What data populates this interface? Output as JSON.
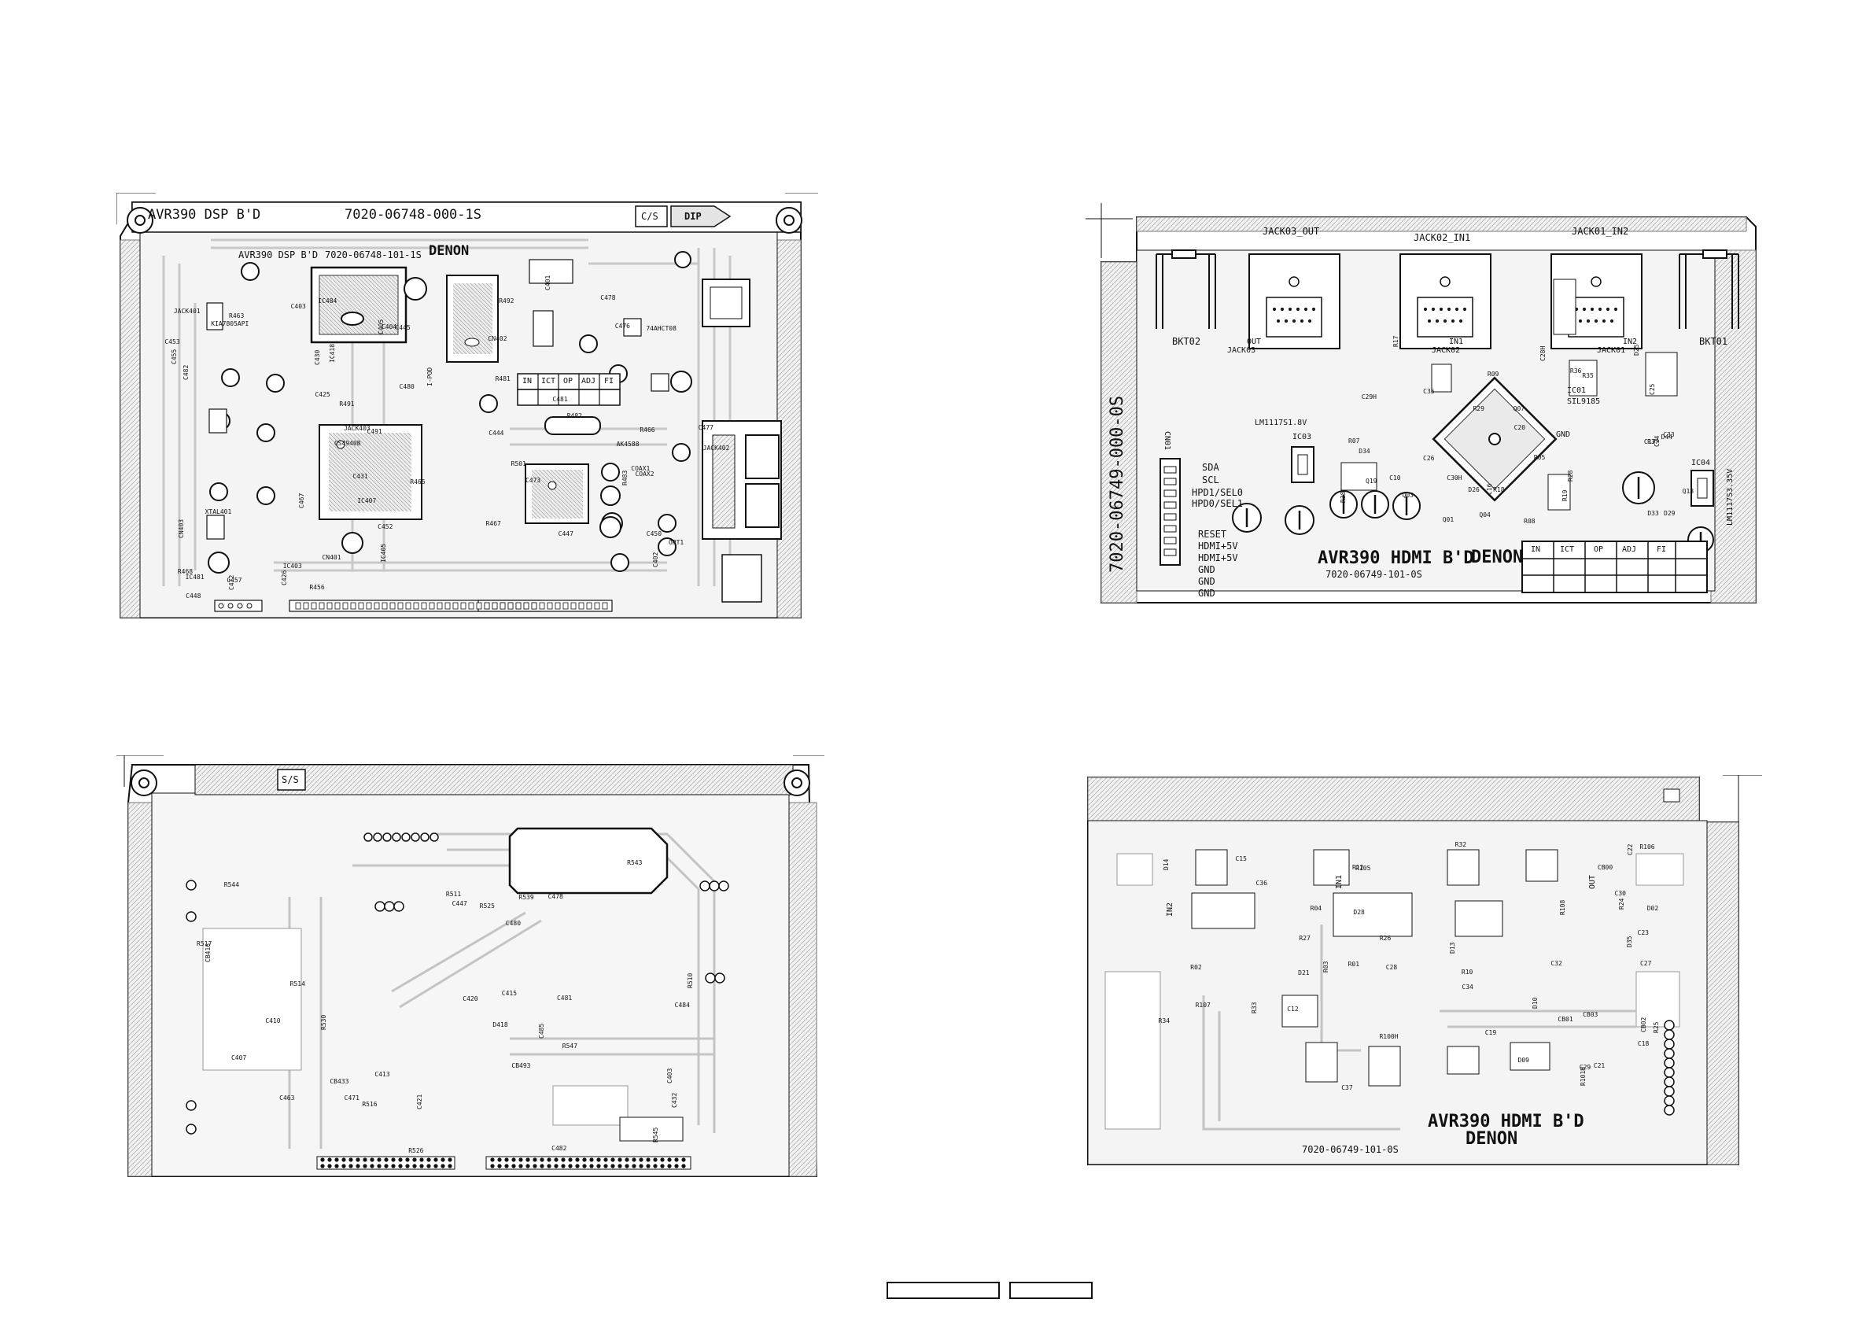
{
  "dsp_top": {
    "header_title": "AVR390 DSP B'D",
    "header_part": "7020-06748-000-1S",
    "tag_cs": "C/S",
    "tag_dip": "DIP",
    "silk_title": "AVR390 DSP B'D",
    "silk_part": "7020-06748-101-1S",
    "brand": "DENON",
    "check_cols": [
      "IN",
      "ICT",
      "OP",
      "ADJ",
      "FI"
    ],
    "refs": [
      "C402",
      "IC405",
      "C491",
      "C403",
      "C404",
      "IC484",
      "IC418",
      "74AHCT08",
      "C445",
      "IC407",
      "KIA7805API",
      "C448",
      "R501",
      "C425",
      "C452",
      "C405",
      "C401",
      "C447",
      "C450",
      "C444",
      "C430",
      "C431",
      "IC403",
      "CS4940B",
      "IC481",
      "AK4588",
      "XTAL401",
      "C426",
      "C473",
      "C476",
      "C472",
      "C477",
      "C478",
      "C453",
      "C455",
      "C467",
      "C457",
      "C482",
      "C480",
      "C481",
      "CN401",
      "CN402",
      "CN403",
      "JACK401",
      "JACK402",
      "JACK403",
      "I-POD",
      "COAX1",
      "COAX2",
      "OPT1",
      "R465",
      "R466",
      "R467",
      "R468",
      "R481",
      "R482",
      "R483",
      "R491",
      "R492",
      "R463",
      "R456"
    ]
  },
  "dsp_bottom": {
    "tag_ss": "S/S",
    "refs": [
      "R545",
      "D418",
      "R544",
      "R543",
      "C463",
      "CB493",
      "C447",
      "CB433",
      "C413",
      "C410",
      "C407",
      "C415",
      "CB416",
      "C432",
      "R525",
      "R526",
      "R510",
      "R511",
      "C420",
      "C421",
      "C485",
      "C480",
      "C478",
      "C471",
      "C484",
      "C403",
      "C482",
      "C481",
      "R516",
      "R517",
      "R514",
      "R530",
      "R539",
      "R547"
    ]
  },
  "hdmi_top": {
    "jacks": [
      "JACK03_OUT",
      "JACK02_IN1",
      "JACK01_IN2"
    ],
    "jack_refs": [
      "JACK03",
      "JACK02",
      "JACK01"
    ],
    "port_labels": [
      "OUT",
      "IN1",
      "IN2"
    ],
    "brackets": [
      "BKT02",
      "BKT01"
    ],
    "part_vertical": "7020-06749-000-0S",
    "silk_title": "AVR390 HDMI B'D",
    "brand": "DENON",
    "silk_part": "7020-06749-101-0S",
    "check_cols": [
      "IN",
      "ICT",
      "OP",
      "ADJ",
      "FI"
    ],
    "ic_labels": [
      "IC03",
      "LM1117S1.8V",
      "IC01",
      "SIL9185",
      "IC04",
      "LM1117S3.35V"
    ],
    "gnd_label": "GND",
    "connector_label": "CN01",
    "pin_labels": [
      "SDA",
      "SCL",
      "HPD1/SEL0",
      "HPD0/SEL1",
      "RESET",
      "HDMI+5V",
      "HDMI+5V",
      "GND",
      "GND",
      "GND"
    ],
    "refs": [
      "Q19",
      "Q04",
      "Q18",
      "Q03",
      "Q07",
      "Q01",
      "R38",
      "D34",
      "R37",
      "D25",
      "D26",
      "D29",
      "D33",
      "R36",
      "R35",
      "R29",
      "R17",
      "R18",
      "R19",
      "C10",
      "C16",
      "C17",
      "C25",
      "C24",
      "C30H",
      "C28H",
      "C29H",
      "C26",
      "C20",
      "C35",
      "C33",
      "D44",
      "R28",
      "R05",
      "R07",
      "R08",
      "R09"
    ]
  },
  "hdmi_bottom": {
    "silk_title": "AVR390 HDMI B'D",
    "brand": "DENON",
    "silk_part": "7020-06749-101-0S",
    "port_labels": [
      "IN2",
      "IN1",
      "OUT"
    ],
    "refs": [
      "C37",
      "D02",
      "D09",
      "D14",
      "D21",
      "D35",
      "D28",
      "R02",
      "R01",
      "D10",
      "D13",
      "R04",
      "R03",
      "R107",
      "R106",
      "R105",
      "R108",
      "R32",
      "R33",
      "R34",
      "C28",
      "C27",
      "C22",
      "CB01",
      "CB02",
      "CB03",
      "C21",
      "R100H",
      "R25",
      "R24",
      "C19",
      "C34",
      "C36",
      "R101H",
      "C23",
      "C18",
      "C12",
      "R27",
      "R26",
      "C15",
      "C29",
      "C30",
      "C32",
      "CB00",
      "R10",
      "R12"
    ]
  },
  "footer": {
    "box1": "",
    "box2": ""
  }
}
